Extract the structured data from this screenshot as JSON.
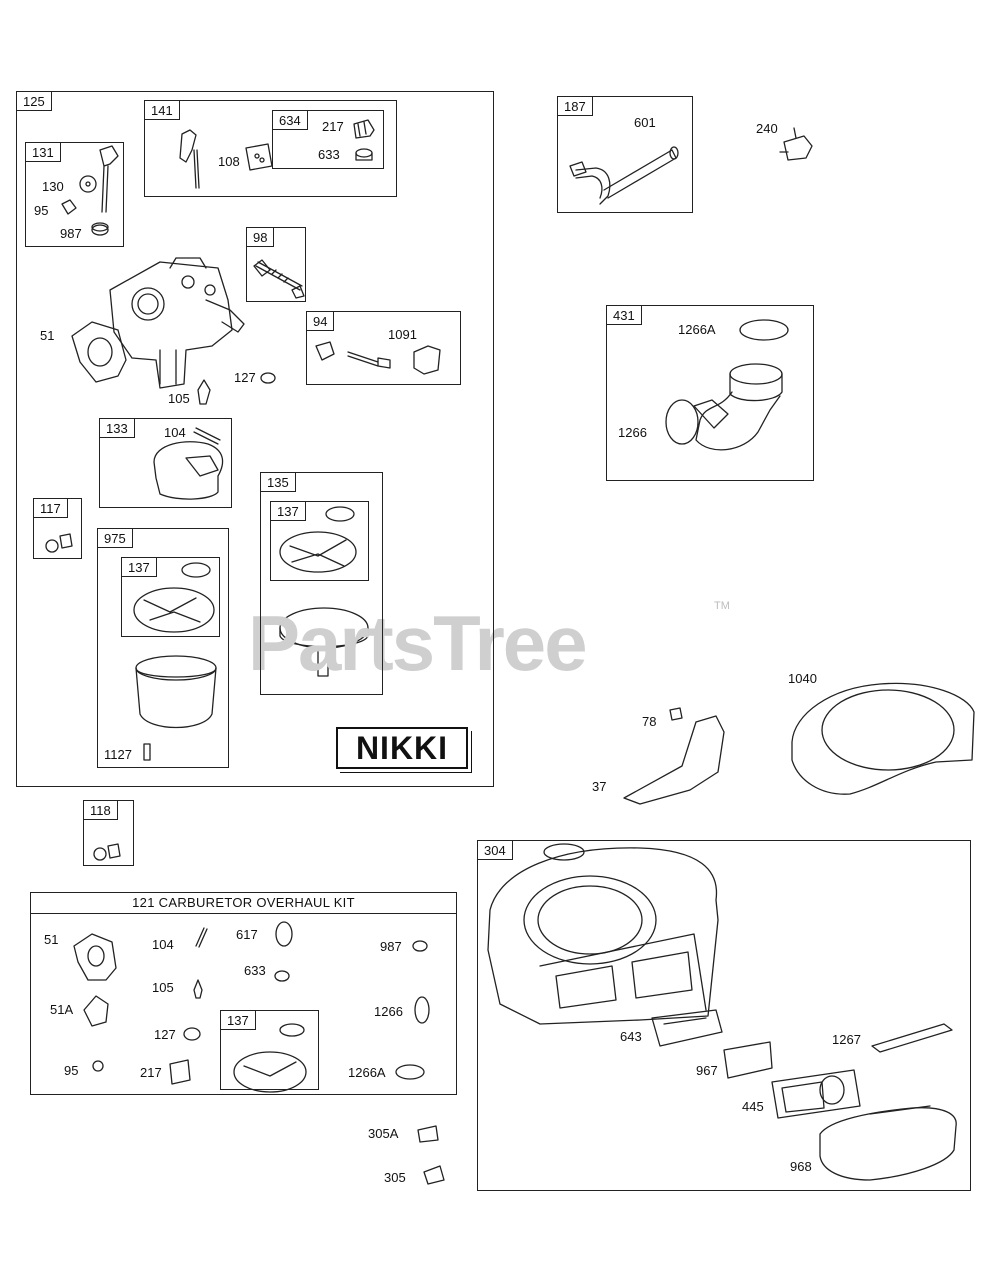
{
  "watermark": {
    "brand": "PartsTree",
    "tm": "TM"
  },
  "nikki_label": "NIKKI",
  "boxes": {
    "b125": "125",
    "b141": "141",
    "b634": "634",
    "b131": "131",
    "b98": "98",
    "b94": "94",
    "b133": "133",
    "b117": "117",
    "b975": "975",
    "b137a": "137",
    "b135": "135",
    "b137b": "137",
    "b118": "118",
    "b187": "187",
    "b431": "431",
    "b304": "304",
    "b137c": "137"
  },
  "kit": {
    "title": "121 CARBURETOR OVERHAUL KIT"
  },
  "labels": {
    "p217": "217",
    "p633": "633",
    "p108": "108",
    "p130": "130",
    "p95": "95",
    "p987": "987",
    "p51": "51",
    "p1091": "1091",
    "p127": "127",
    "p105": "105",
    "p104": "104",
    "p1127": "1127",
    "p601": "601",
    "p240": "240",
    "p1266A": "1266A",
    "p1266": "1266",
    "p1040": "1040",
    "p78": "78",
    "p37": "37",
    "p643": "643",
    "p1267": "1267",
    "p967": "967",
    "p445": "445",
    "p968": "968",
    "k51": "51",
    "k104": "104",
    "k617": "617",
    "k987": "987",
    "k633": "633",
    "k51A": "51A",
    "k105": "105",
    "k1266": "1266",
    "k127": "127",
    "k95": "95",
    "k217": "217",
    "k1266A": "1266A",
    "p305A": "305A",
    "p305": "305"
  }
}
